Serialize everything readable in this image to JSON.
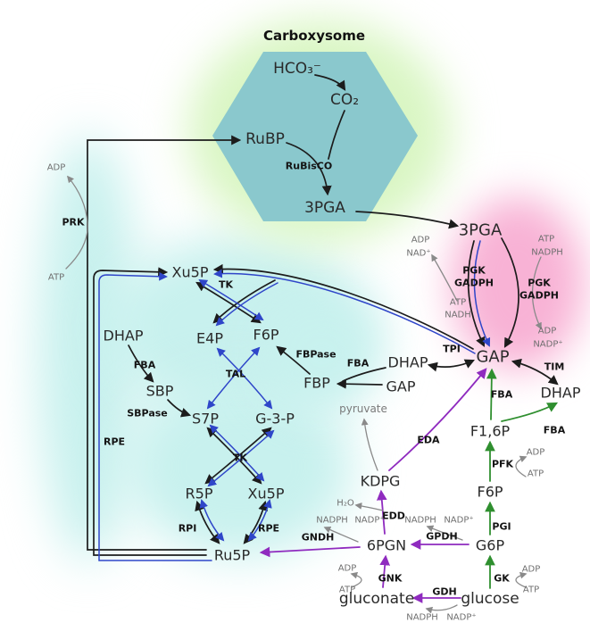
{
  "carboxysome": {
    "title": "Carboxysome",
    "hco3": "HCO₃⁻",
    "co2": "CO₂",
    "rubp": "RuBP",
    "rubisco": "RuBisCO",
    "pga3": "3PGA"
  },
  "pgk_region": {
    "pga3": "3PGA",
    "adp_left": "ADP",
    "nad_left": "NAD⁺",
    "atp_right": "ATP",
    "nadph_right": "NADPH",
    "pgk_left": "PGK",
    "gadph_left": "GADPH",
    "pgk_right": "PGK",
    "gadph_right": "GADPH",
    "atp_left": "ATP",
    "nadh_left": "NADH",
    "adp_right": "ADP",
    "nadp_right": "NADP⁺",
    "gap": "GAP"
  },
  "cbb": {
    "adp": "ADP",
    "prk": "PRK",
    "atp": "ATP",
    "xu5p_top": "Xu5P",
    "tk_top": "TK",
    "e4p": "E4P",
    "f6p": "F6P",
    "dhap": "DHAP",
    "fba": "FBA",
    "sbp": "SBP",
    "sbpase": "SBPase",
    "tal": "TAL",
    "s7p": "S7P",
    "g3p": "G-3-P",
    "tk_bottom": "TK",
    "r5p": "R5P",
    "xu5p_bottom": "Xu5P",
    "rpi": "RPI",
    "rpe_bottom": "RPE",
    "ru5p": "Ru5P",
    "rpe_left": "RPE",
    "fbpase": "FBPase",
    "fbp": "FBP",
    "fba_mid": "FBA",
    "dhap_mid": "DHAP",
    "gap_mid": "GAP",
    "tpi": "TPI"
  },
  "glycolysis": {
    "tim": "TIM",
    "dhap": "DHAP",
    "fba_left": "FBA",
    "fba_right": "FBA",
    "f16p": "F1,6P",
    "pfk": "PFK",
    "adp_pfk": "ADP",
    "atp_pfk": "ATP",
    "f6p": "F6P",
    "pgi": "PGI",
    "g6p": "G6P",
    "gk": "GK",
    "adp_gk": "ADP",
    "atp_gk": "ATP",
    "glucose": "glucose"
  },
  "ed": {
    "pyruvate": "pyruvate",
    "eda": "EDA",
    "kdpg": "KDPG",
    "h2o": "H₂O",
    "edd": "EDD",
    "nadph_gndh": "NADPH",
    "nadp_gndh": "NADP⁺",
    "gndh": "GNDH",
    "pgn6": "6PGN",
    "nadph_gpdh": "NADPH",
    "nadp_gpdh": "NADP⁺",
    "gpdh": "GPDH",
    "gnk": "GNK",
    "adp_gnk": "ADP",
    "atp_gnk": "ATP",
    "gluconate": "gluconate",
    "gdh": "GDH",
    "nadph_gdh": "NADPH",
    "nadp_gdh": "NADP⁺"
  },
  "colors": {
    "arrow_black": "#1c1c1c",
    "arrow_blue": "#2f46c9",
    "arrow_green": "#2f8f2f",
    "arrow_purple": "#8f2bbf",
    "arrow_gray": "#8a8a8a",
    "cyan_region": "#c8f1ee",
    "green_region": "#d9f6c3",
    "pink_region": "#f8b2d5",
    "hexagon": "#8ac8cd"
  }
}
